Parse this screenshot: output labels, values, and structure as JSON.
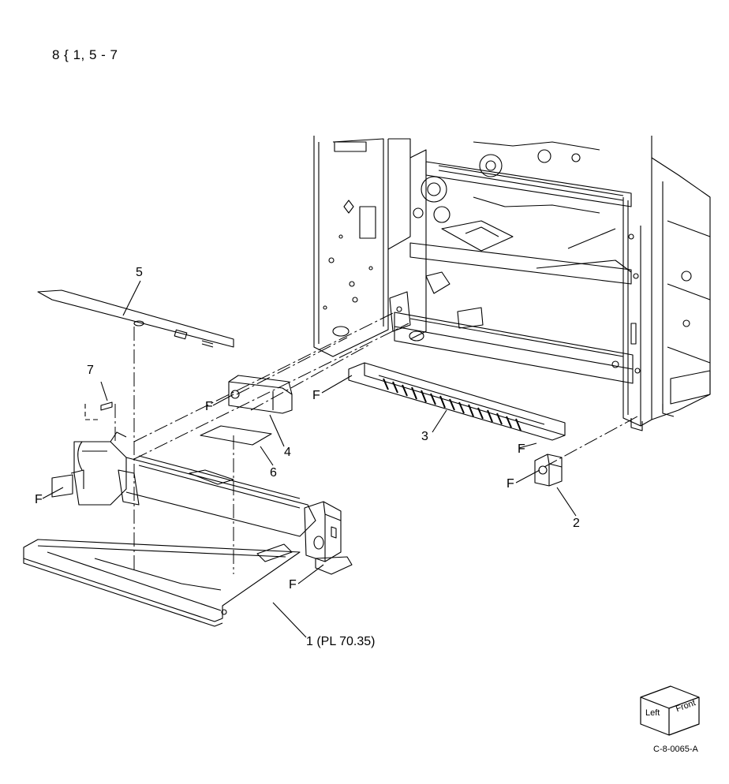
{
  "header": {
    "reference": "8 { 1, 5 - 7"
  },
  "callouts": [
    {
      "id": "1",
      "label": "1 (PL 70.35)"
    },
    {
      "id": "2",
      "label": "2"
    },
    {
      "id": "3",
      "label": "3"
    },
    {
      "id": "4",
      "label": "4"
    },
    {
      "id": "5",
      "label": "5"
    },
    {
      "id": "6",
      "label": "6"
    },
    {
      "id": "7",
      "label": "7"
    }
  ],
  "fastener_label": "F",
  "orientation_cube": {
    "left": "Left",
    "front": "Front"
  },
  "figure_id": "C-8-0065-A"
}
